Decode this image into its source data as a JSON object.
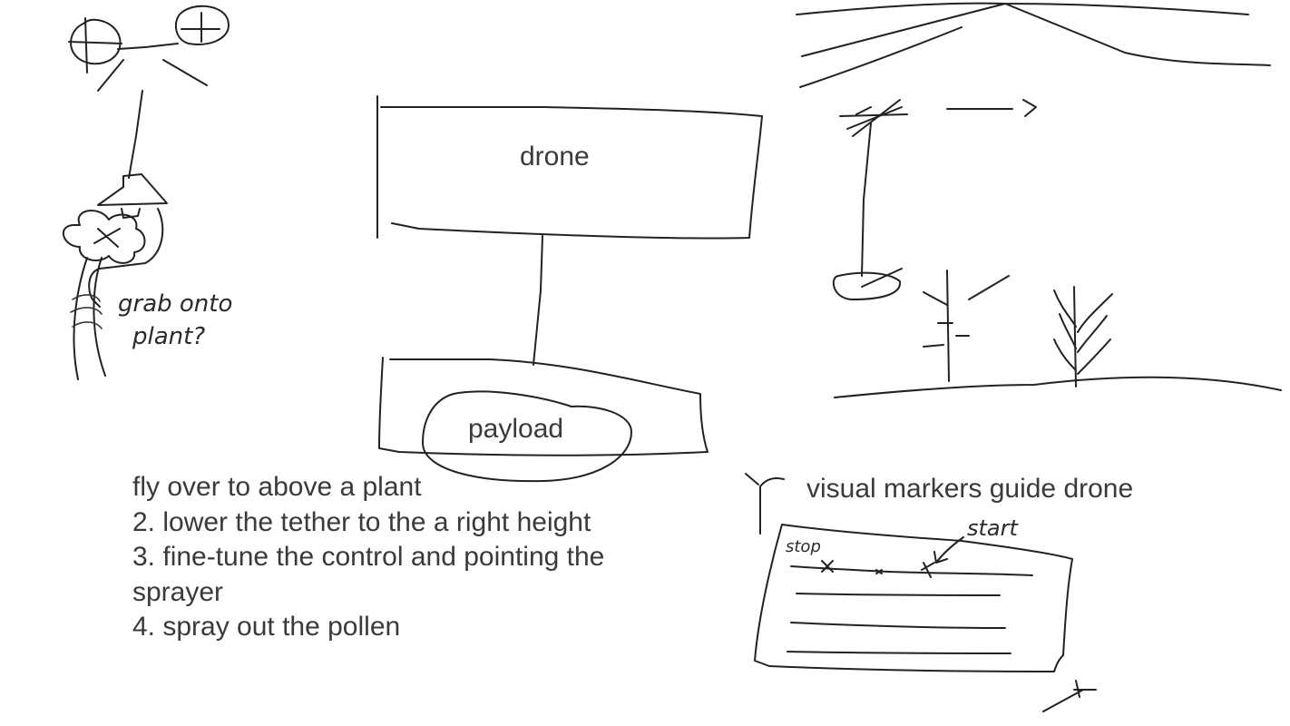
{
  "labels": {
    "drone": "drone",
    "payload": "payload",
    "markers_note": "visual markers guide drone"
  },
  "handwriting": {
    "grab_line1": "grab onto",
    "grab_line2": "plant?",
    "stop": "stop",
    "start": "start"
  },
  "steps": [
    "fly over to above a plant",
    "2. lower the tether to the a right height",
    "3. fine-tune the control and pointing the",
    "sprayer",
    "4. spray out the pollen"
  ],
  "colors": {
    "ink": "#222222",
    "text": "#3a3a3a",
    "background": "#ffffff"
  }
}
